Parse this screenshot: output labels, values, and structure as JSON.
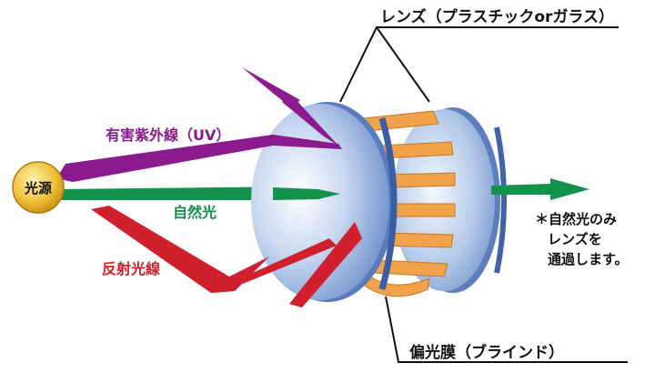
{
  "labels": {
    "lens": "レンズ（プラスチックorガラス）",
    "uv": "有害紫外線（UV）",
    "natural": "自然光",
    "reflected": "反射光線",
    "polarizer": "偏光膜（ブラインド）",
    "source": "光源"
  },
  "note": {
    "line1": "＊自然光のみ",
    "line2": "レンズを",
    "line3": "通過します。"
  },
  "colors": {
    "uv": "#8b1a8e",
    "natural": "#12924a",
    "reflected": "#d0202e",
    "polarizer": "#f2a24a",
    "lens": "#7ea1d6",
    "source": "#e7b52a"
  }
}
